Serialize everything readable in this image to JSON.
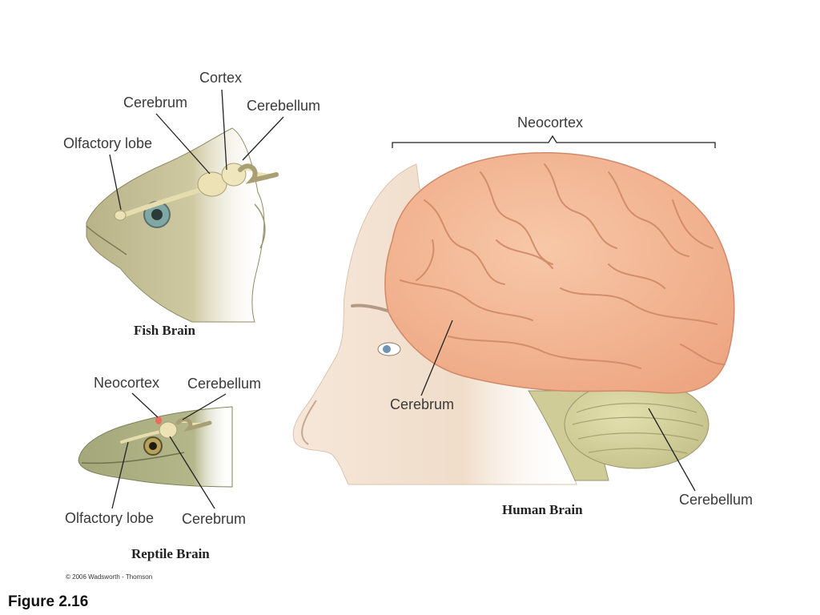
{
  "fish": {
    "labels": {
      "cortex": "Cortex",
      "cerebrum": "Cerebrum",
      "cerebellum": "Cerebellum",
      "olfactory_lobe": "Olfactory lobe"
    },
    "caption": "Fish Brain"
  },
  "reptile": {
    "labels": {
      "neocortex": "Neocortex",
      "cerebellum": "Cerebellum",
      "olfactory_lobe": "Olfactory lobe",
      "cerebrum": "Cerebrum"
    },
    "caption": "Reptile Brain"
  },
  "human": {
    "labels": {
      "neocortex": "Neocortex",
      "cerebrum": "Cerebrum",
      "cerebellum": "Cerebellum"
    },
    "caption": "Human Brain"
  },
  "copyright": "© 2006 Wadsworth - Thomson",
  "figure_label": "Figure 2.16",
  "colors": {
    "fish_skin": "#c9c39a",
    "brain_tan": "#e8dcae",
    "cerebrum_pink": "#f2b795",
    "cerebellum_olive": "#d6d39c",
    "skin": "#f3e2d2",
    "reptile_skin": "#a9ad7c"
  }
}
